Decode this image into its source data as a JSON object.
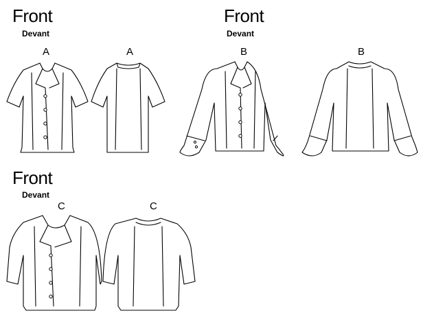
{
  "groups": [
    {
      "title": "Front",
      "subtitle": "Devant",
      "views": [
        {
          "label": "A"
        },
        {
          "label": "A"
        }
      ]
    },
    {
      "title": "Front",
      "subtitle": "Devant",
      "views": [
        {
          "label": "B"
        },
        {
          "label": "B"
        }
      ]
    },
    {
      "title": "Front",
      "subtitle": "Devant",
      "views": [
        {
          "label": "C"
        },
        {
          "label": "C"
        }
      ]
    }
  ]
}
